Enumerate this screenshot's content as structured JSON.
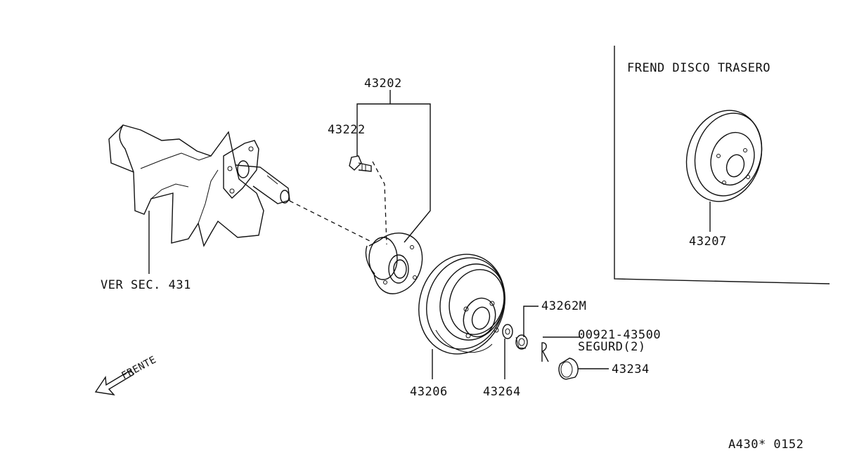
{
  "labels": {
    "p43202": "43202",
    "p43222": "43222",
    "ver_sec": "VER SEC. 431",
    "frente": "FRENTE",
    "p43206": "43206",
    "p43264": "43264",
    "p43262m": "43262M",
    "p00921": "00921-43500",
    "segurd": "SEGURD(2)",
    "p43234": "43234",
    "inset_title": "FREND DISCO TRASERO",
    "p43207": "43207",
    "code": "A430* 0152"
  }
}
